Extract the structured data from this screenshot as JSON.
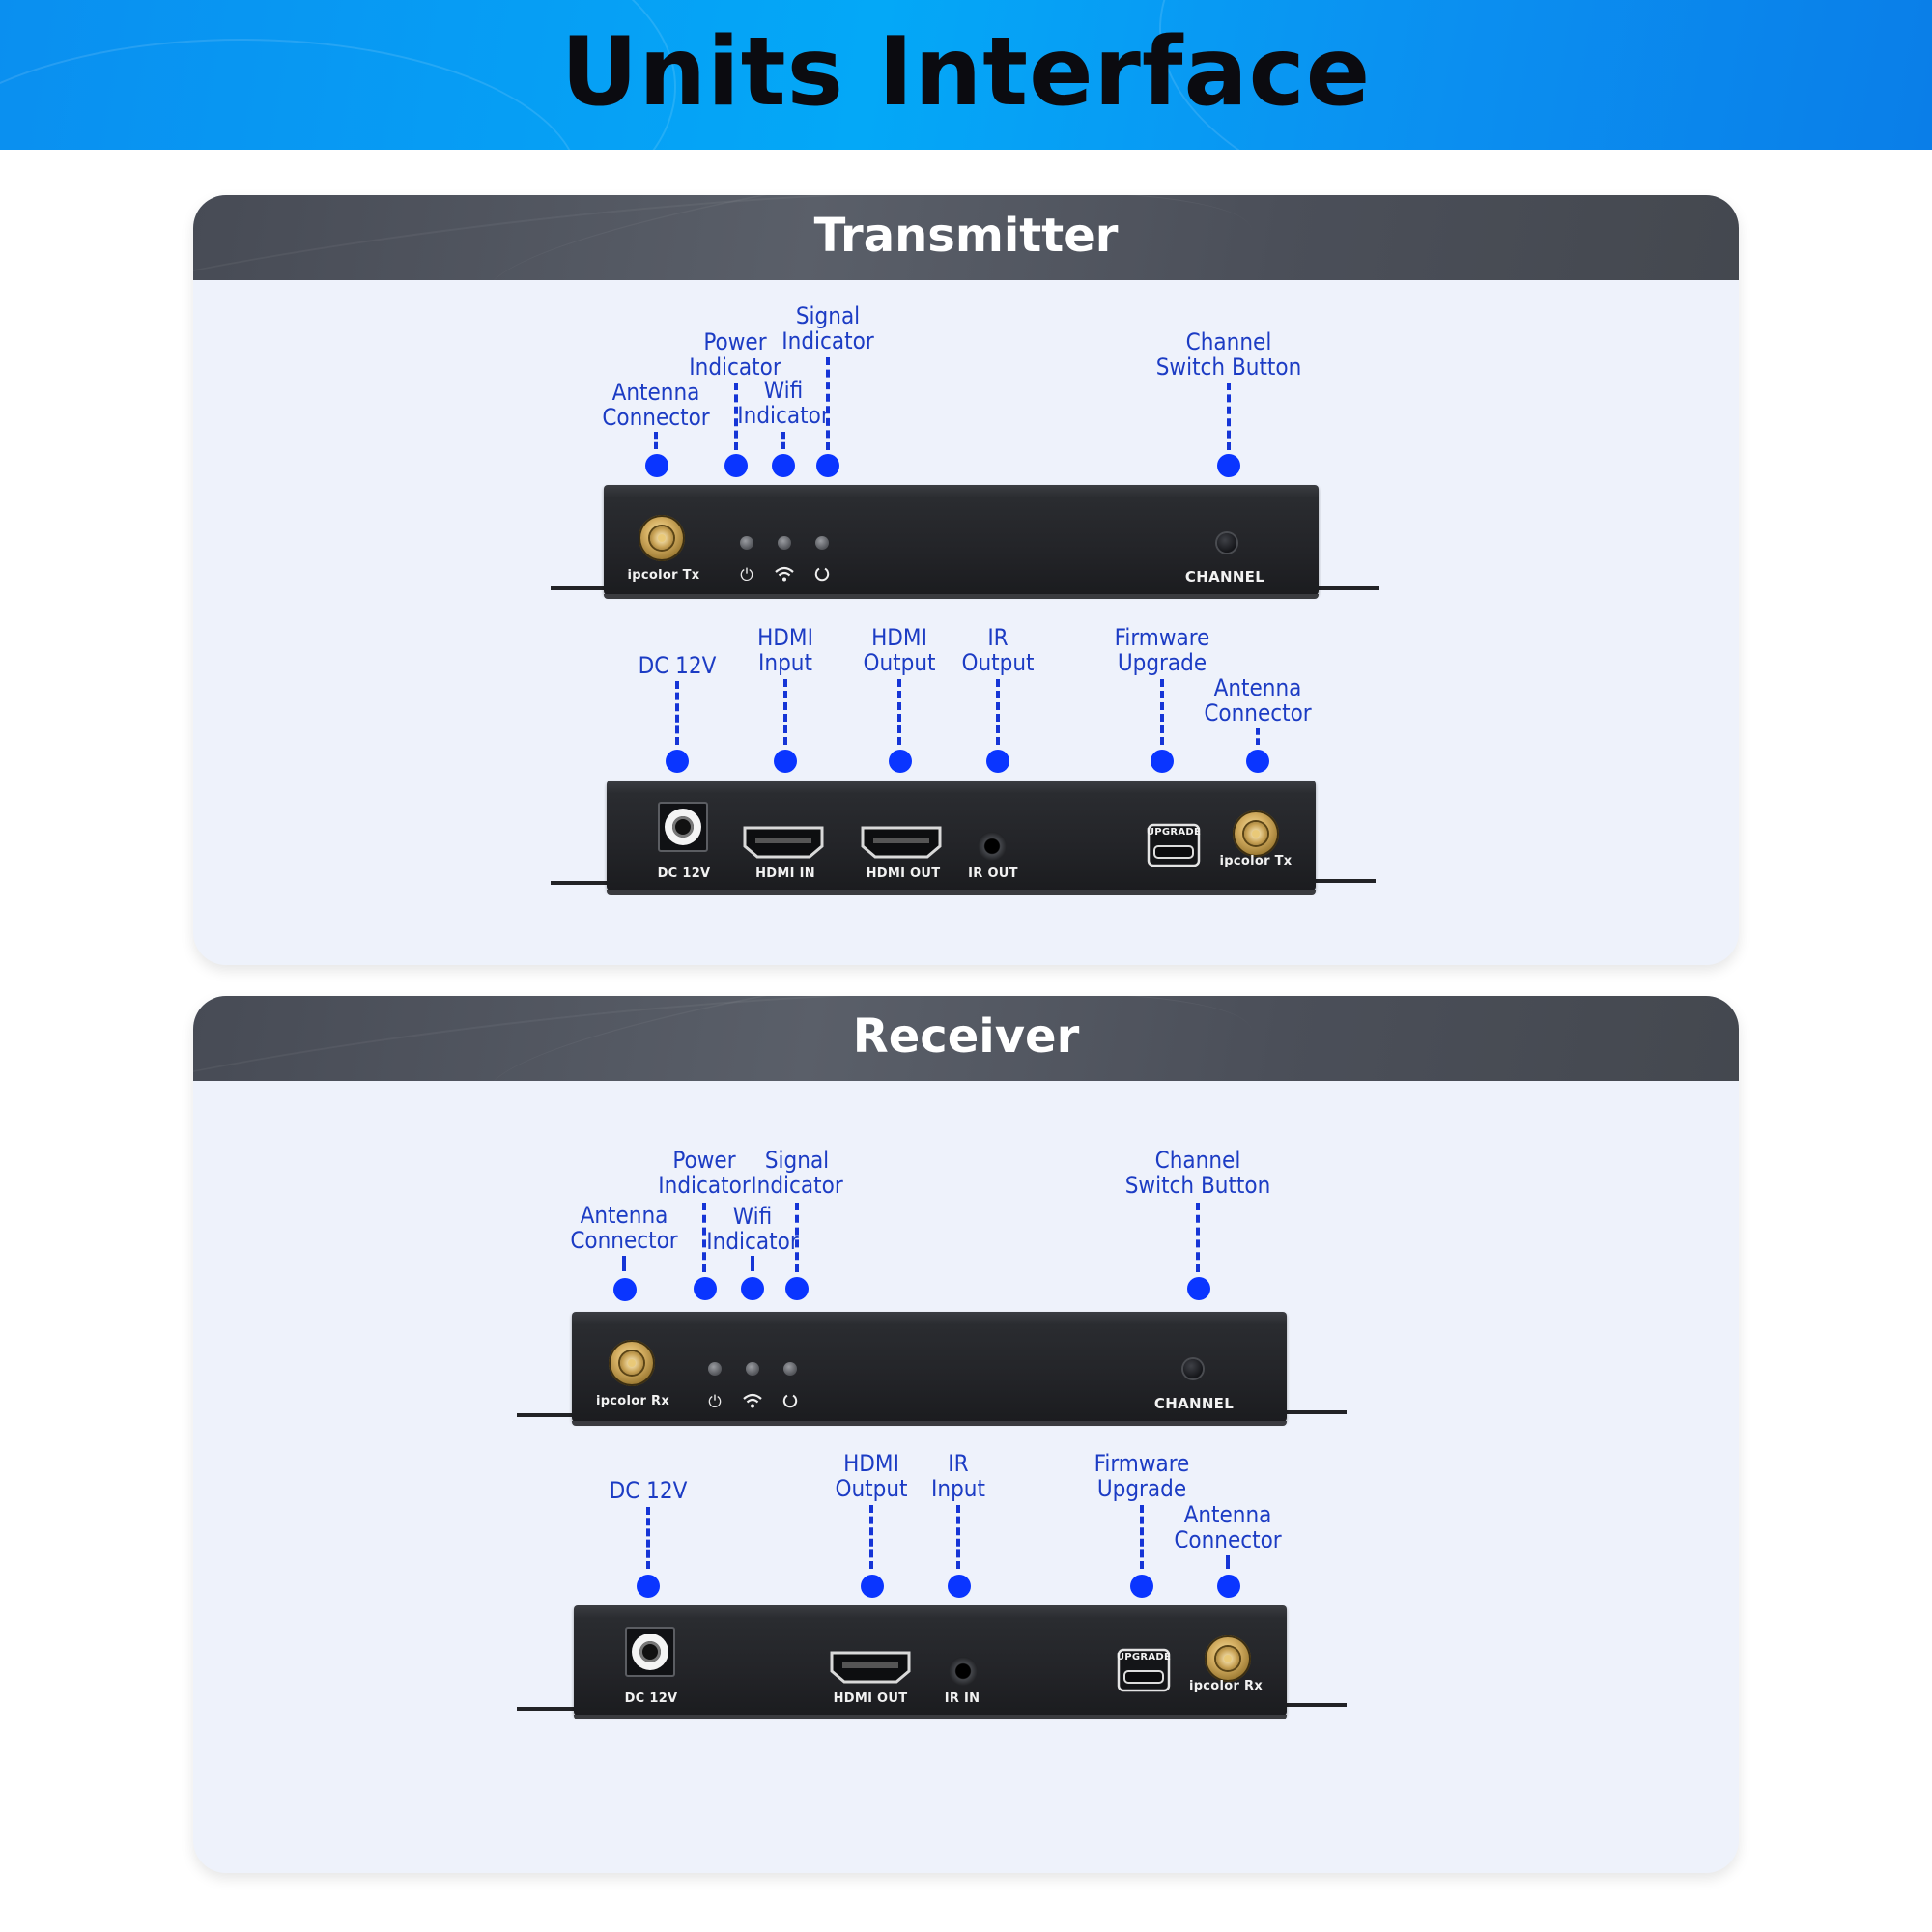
{
  "banner": {
    "title": "Units Interface"
  },
  "transmitter": {
    "title": "Transmitter",
    "front_labels": {
      "antenna": [
        "Antenna",
        "Connector"
      ],
      "power": [
        "Power",
        "Indicator"
      ],
      "wifi": [
        "Wifi",
        "Indicator"
      ],
      "signal": [
        "Signal",
        "Indicator"
      ],
      "channel": [
        "Channel",
        "Switch Button"
      ]
    },
    "front_silk": {
      "brand": "ipcolor Tx",
      "channel": "CHANNEL"
    },
    "rear_labels": {
      "dc": [
        "DC 12V"
      ],
      "hdmi_in": [
        "HDMI",
        "Input"
      ],
      "hdmi_out": [
        "HDMI",
        "Output"
      ],
      "ir_out": [
        "IR",
        "Output"
      ],
      "firmware": [
        "Firmware",
        "Upgrade"
      ],
      "antenna": [
        "Antenna",
        "Connector"
      ]
    },
    "rear_silk": {
      "dc": "DC 12V",
      "hdmi_in": "HDMI IN",
      "hdmi_out": "HDMI OUT",
      "ir": "IR OUT",
      "upgrade": "UPGRADE",
      "brand": "ipcolor Tx"
    }
  },
  "receiver": {
    "title": "Receiver",
    "front_labels": {
      "antenna": [
        "Antenna",
        "Connector"
      ],
      "power": [
        "Power",
        "Indicator"
      ],
      "wifi": [
        "Wifi",
        "Indicator"
      ],
      "signal": [
        "Signal",
        "Indicator"
      ],
      "channel": [
        "Channel",
        "Switch Button"
      ]
    },
    "front_silk": {
      "brand": "ipcolor Rx",
      "channel": "CHANNEL"
    },
    "rear_labels": {
      "dc": [
        "DC 12V"
      ],
      "hdmi_out": [
        "HDMI",
        "Output"
      ],
      "ir_in": [
        "IR",
        "Input"
      ],
      "firmware": [
        "Firmware",
        "Upgrade"
      ],
      "antenna": [
        "Antenna",
        "Connector"
      ]
    },
    "rear_silk": {
      "dc": "DC 12V",
      "hdmi_out": "HDMI OUT",
      "ir": "IR IN",
      "upgrade": "UPGRADE",
      "brand": "ipcolor Rx"
    }
  },
  "icons": {
    "power": "power-icon",
    "wifi": "wifi-icon",
    "signal": "signal-ring-icon"
  },
  "colors": {
    "banner": "#04a8f7",
    "panel_header": "#4f535d",
    "panel_body": "#eef2fb",
    "callout": "#1535d6",
    "label_text": "#1c3cc4"
  }
}
